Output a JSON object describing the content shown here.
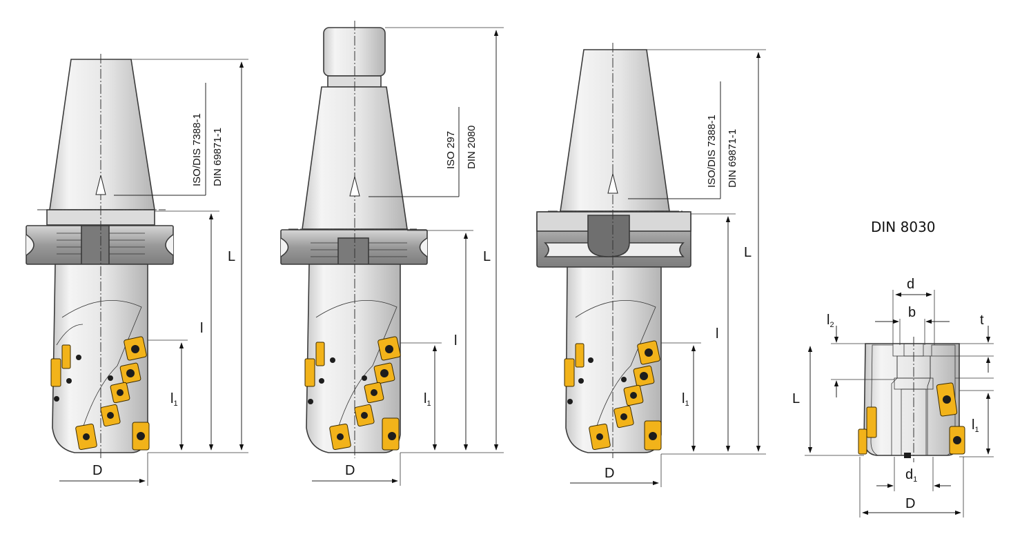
{
  "colors": {
    "body_light": "#eeeeee",
    "body_mid": "#d6d6d6",
    "body_shadow": "#b9b9b9",
    "flange_dark": "#8e8e8e",
    "insert_orange": "#f2b31a",
    "insert_dark": "#1d1d1d",
    "line": "#222222"
  },
  "tools": [
    {
      "standard_lines": [
        "ISO/DIS  7388-1",
        "DIN  69871-1"
      ],
      "dim_total": "L",
      "dim_body": "l",
      "dim_cut": "l",
      "dim_cut_sub": "1",
      "dim_diameter": "D",
      "icons": [
        "cone-shank-icon",
        "flange-icon",
        "milling-head-icon"
      ]
    },
    {
      "standard_lines": [
        "ISO  297",
        "DIN  2080"
      ],
      "dim_total": "L",
      "dim_body": "l",
      "dim_cut": "l",
      "dim_cut_sub": "1",
      "dim_diameter": "D",
      "icons": [
        "cone-shank-icon",
        "flange-icon",
        "milling-head-icon"
      ]
    },
    {
      "standard_lines": [
        "ISO/DIS  7388-1",
        "DIN  69871-1"
      ],
      "dim_total": "L",
      "dim_body": "l",
      "dim_cut": "l",
      "dim_cut_sub": "1",
      "dim_diameter": "D",
      "icons": [
        "cone-shank-icon",
        "flange-icon",
        "milling-head-icon"
      ]
    }
  ],
  "shell_mill": {
    "title": "DIN 8030",
    "dims": {
      "d": "d",
      "b": "b",
      "t": "t",
      "l2": "l",
      "l2_sub": "2",
      "L": "L",
      "l1": "l",
      "l1_sub": "1",
      "d1": "d",
      "d1_sub": "1",
      "D": "D"
    }
  }
}
